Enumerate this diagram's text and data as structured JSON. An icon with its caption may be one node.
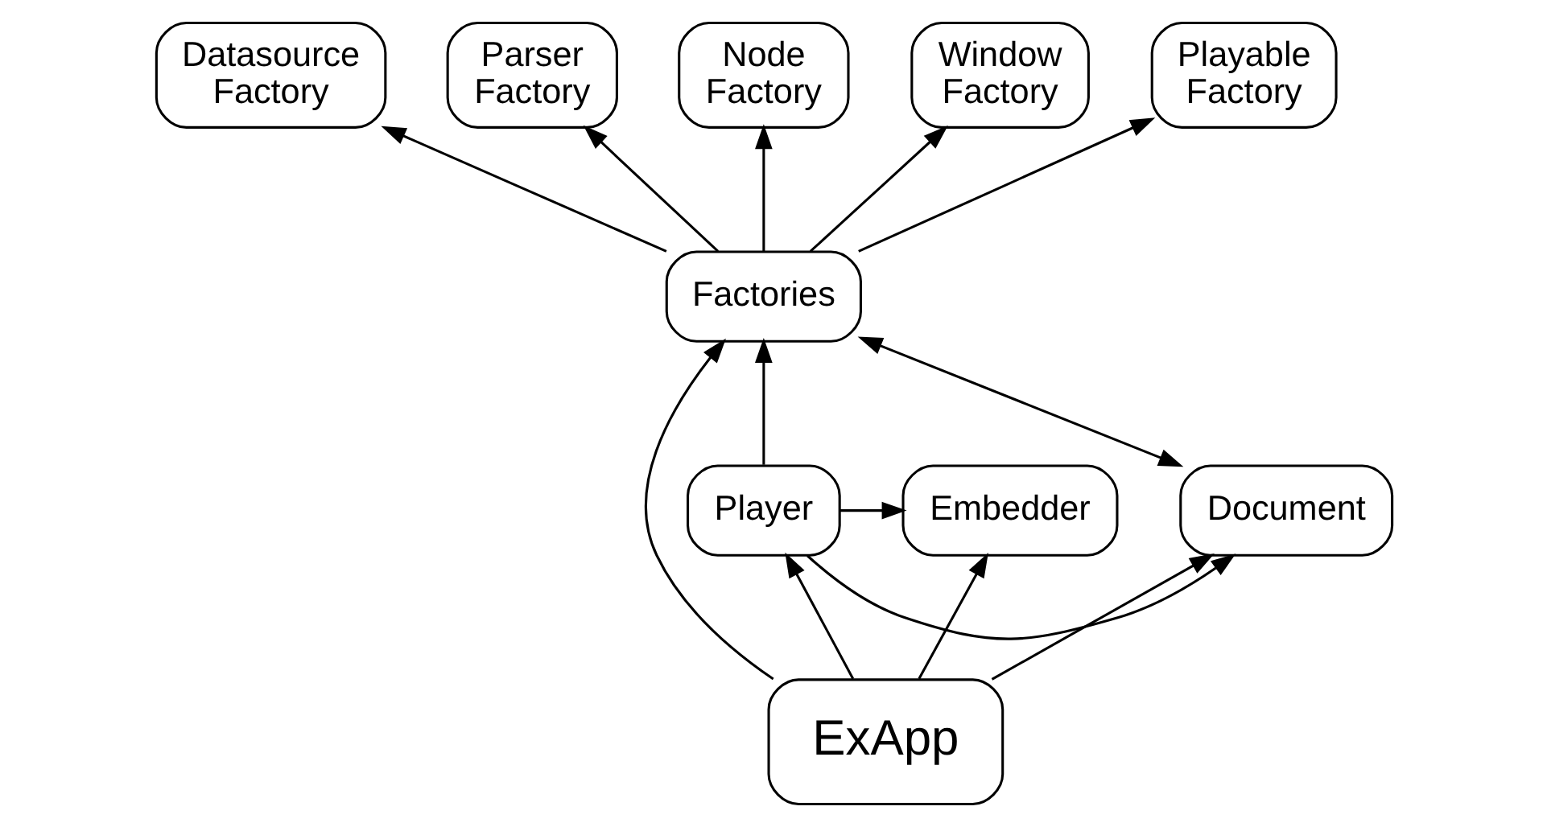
{
  "diagram": {
    "nodes": [
      {
        "text": [
          "Datasource Factory"
        ]
      },
      {
        "text": [
          "Parser Factory"
        ]
      },
      {
        "text": [
          "Node Factory"
        ]
      },
      {
        "text": [
          "Window Factory"
        ]
      },
      {
        "text": [
          "Playable Factory"
        ]
      },
      {
        "text": [
          "Factories"
        ]
      },
      {
        "text": [
          "Document"
        ]
      },
      {
        "text": [
          "Player"
        ]
      },
      {
        "text": [
          "Embedder"
        ]
      },
      {
        "text": [
          "ExApp"
        ]
      }
    ],
    "edges": [
      {
        "from": 5,
        "to": 0,
        "arrow": "to"
      },
      {
        "from": 5,
        "to": 1,
        "arrow": "to"
      },
      {
        "from": 5,
        "to": 2,
        "arrow": "to"
      },
      {
        "from": 5,
        "to": 3,
        "arrow": "to"
      },
      {
        "from": 5,
        "to": 4,
        "arrow": "to"
      },
      {
        "from": 6,
        "to": 5,
        "arrow": "both"
      },
      {
        "from": 7,
        "to": 5,
        "arrow": "to"
      },
      {
        "from": 7,
        "to": 6,
        "arrow": "to"
      },
      {
        "from": 7,
        "to": 8,
        "arrow": "to"
      },
      {
        "from": 9,
        "to": 6,
        "arrow": "to"
      },
      {
        "from": 9,
        "to": 5,
        "arrow": "to"
      },
      {
        "from": 9,
        "to": 7,
        "arrow": "to"
      },
      {
        "from": 9,
        "to": 8,
        "arrow": "to"
      }
    ]
  }
}
